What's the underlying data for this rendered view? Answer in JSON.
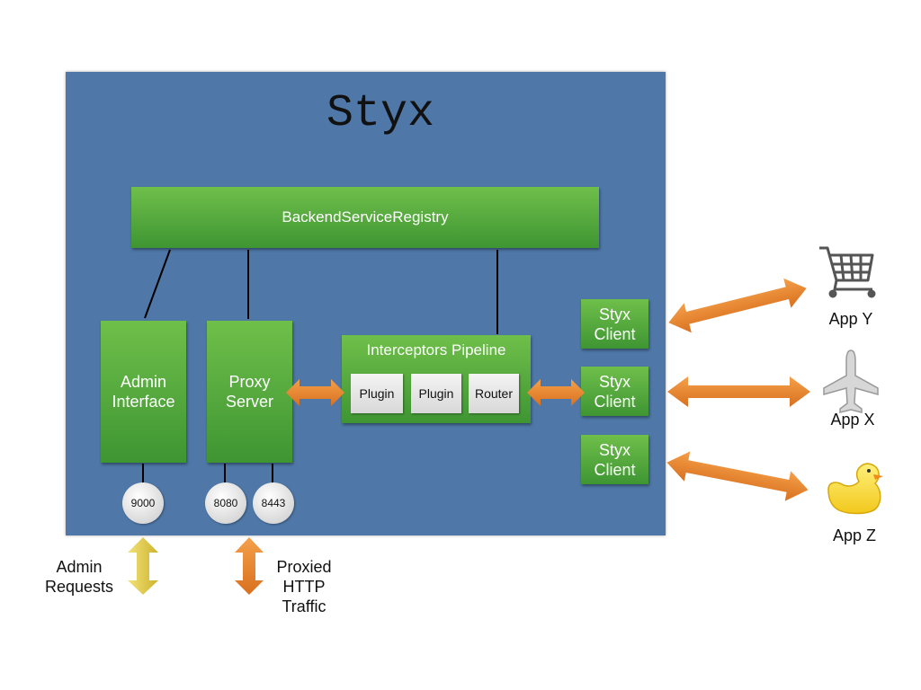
{
  "title": "Styx",
  "registry": "BackendServiceRegistry",
  "admin_interface": [
    "Admin",
    "Interface"
  ],
  "proxy_server": [
    "Proxy",
    "Server"
  ],
  "pipeline": {
    "title": "Interceptors Pipeline",
    "items": [
      "Plugin",
      "Plugin",
      "Router"
    ]
  },
  "clients": [
    {
      "line1": "Styx",
      "line2": "Client"
    },
    {
      "line1": "Styx",
      "line2": "Client"
    },
    {
      "line1": "Styx",
      "line2": "Client"
    }
  ],
  "ports": {
    "admin": "9000",
    "http": "8080",
    "https": "8443"
  },
  "admin_requests": [
    "Admin",
    "Requests"
  ],
  "proxied_traffic": [
    "Proxied",
    "HTTP",
    "Traffic"
  ],
  "apps": [
    {
      "label": "App Y",
      "icon": "shopping-cart-icon"
    },
    {
      "label": "App X",
      "icon": "airplane-icon"
    },
    {
      "label": "App Z",
      "icon": "rubber-duck-icon"
    }
  ],
  "colors": {
    "styx_box": "#4f78a8",
    "component_green": "#4fa83b",
    "orange_arrow": "#e07e2a",
    "yellow_arrow": "#d9c238"
  }
}
